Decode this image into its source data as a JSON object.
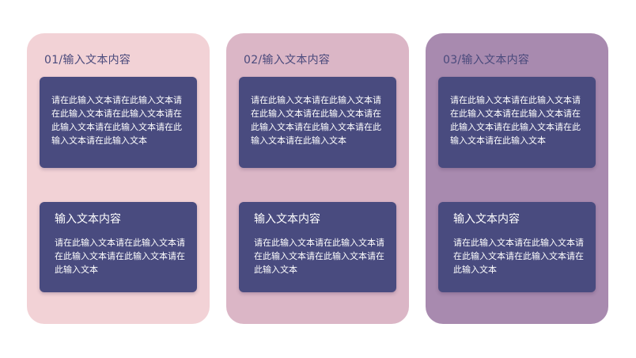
{
  "columns": [
    {
      "title": "01/输入文本内容",
      "top_card": {
        "text": "请在此输入文本请在此输入文本请在此输入文本请在此输入文本请在此输入文本请在此输入文本请在此输入文本请在此输入文本"
      },
      "bottom_card": {
        "heading": "输入文本内容",
        "text": "请在此输入文本请在此输入文本请在此输入文本请在此输入文本请在此输入文本"
      }
    },
    {
      "title": "02/输入文本内容",
      "top_card": {
        "text": "请在此输入文本请在此输入文本请在此输入文本请在此输入文本请在此输入文本请在此输入文本请在此输入文本请在此输入文本"
      },
      "bottom_card": {
        "heading": "输入文本内容",
        "text": "请在此输入文本请在此输入文本请在此输入文本请在此输入文本请在此输入文本"
      }
    },
    {
      "title": "03/输入文本内容",
      "top_card": {
        "text": "请在此输入文本请在此输入文本请在此输入文本请在此输入文本请在此输入文本请在此输入文本请在此输入文本请在此输入文本"
      },
      "bottom_card": {
        "heading": "输入文本内容",
        "text": "请在此输入文本请在此输入文本请在此输入文本请在此输入文本请在此输入文本"
      }
    }
  ],
  "colors": {
    "column_1": "#f2d2d6",
    "column_2": "#dbb6c6",
    "column_3": "#a88aaf",
    "card": "#494b7f",
    "title_text": "#4a4a7c"
  }
}
